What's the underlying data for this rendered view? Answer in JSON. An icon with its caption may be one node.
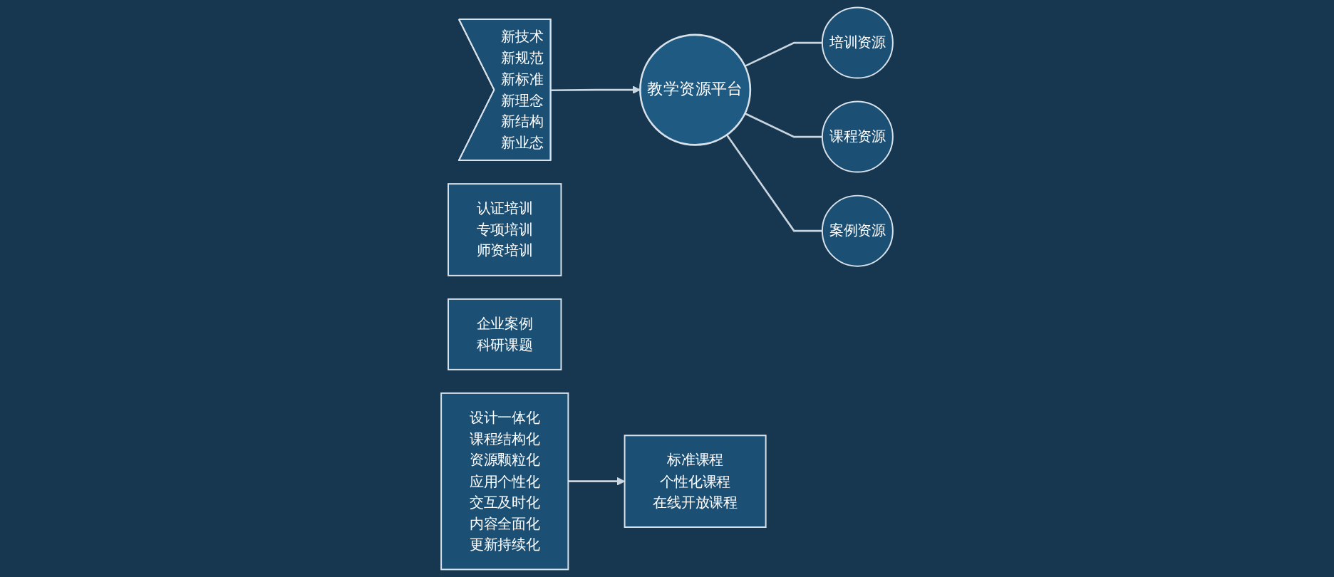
{
  "diagram": {
    "nodes": [
      {
        "text": [
          "新技术",
          "新规范",
          "新标准",
          "新理念",
          "新结构",
          "新业态"
        ]
      },
      {
        "text": [
          "教学资源平台"
        ]
      },
      {
        "text": [
          "培训资源"
        ]
      },
      {
        "text": [
          "认证培训",
          "专项培训",
          "师资培训"
        ]
      },
      {
        "text": [
          "课程资源"
        ]
      },
      {
        "text": [
          "标准课程",
          "个性化课程",
          "在线开放课程"
        ]
      },
      {
        "text": [
          "案例资源"
        ]
      },
      {
        "text": [
          "企业案例",
          "科研课题"
        ]
      },
      {
        "text": [
          "设计一体化",
          "课程结构化",
          "资源颗粒化",
          "应用个性化",
          "交互及时化",
          "内容全面化",
          "更新持续化"
        ]
      }
    ],
    "edges": [
      {
        "from": 0,
        "to": 1,
        "arrow": "to"
      },
      {
        "from": 1,
        "to": 2,
        "arrow": "none"
      },
      {
        "from": 1,
        "to": 4,
        "arrow": "none"
      },
      {
        "from": 1,
        "to": 6,
        "arrow": "none"
      },
      {
        "from": 8,
        "to": 5,
        "arrow": "to"
      }
    ]
  }
}
